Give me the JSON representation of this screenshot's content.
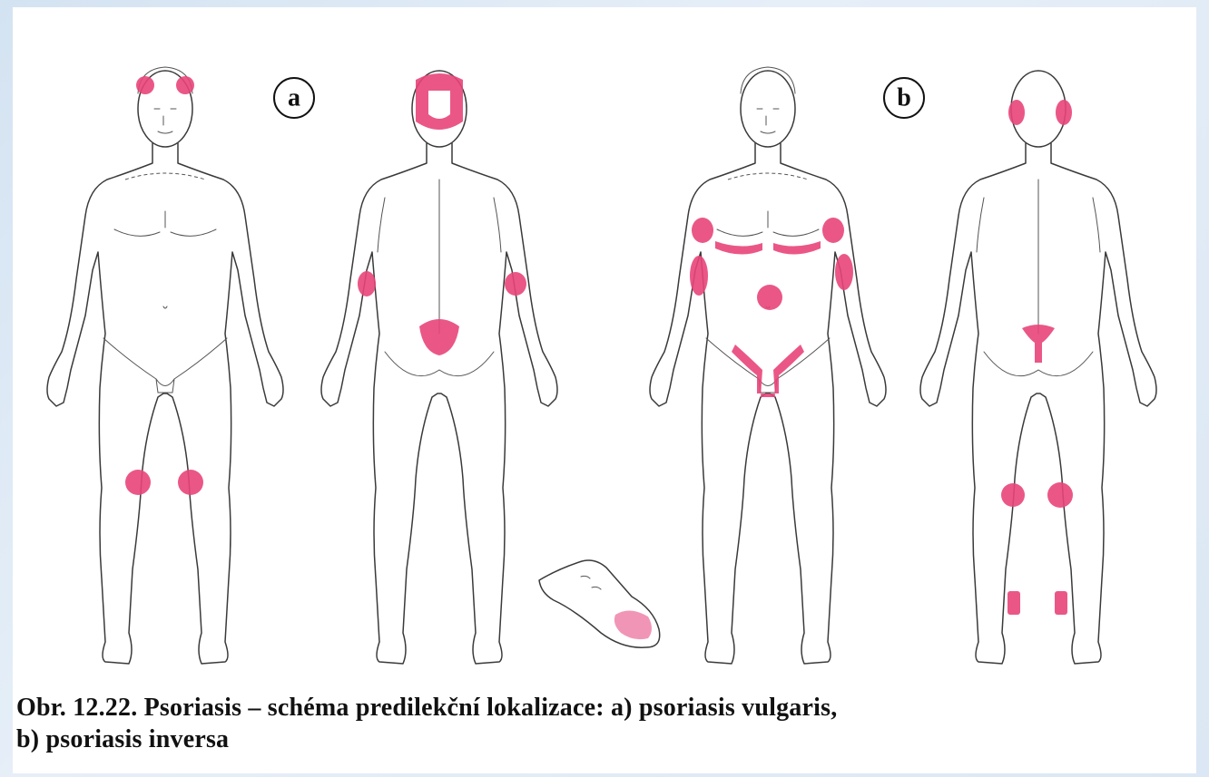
{
  "panels": [
    {
      "id": "a",
      "label": "a"
    },
    {
      "id": "b",
      "label": "b"
    }
  ],
  "caption": {
    "line1": "Obr. 12.22. Psoriasis – schéma predilekční lokalizace: a) psoriasis vulgaris,",
    "line2": "b) psoriasis inversa"
  },
  "colors": {
    "lesion": "#e8457a",
    "outline": "#3a3a3a",
    "background": "#ffffff"
  }
}
